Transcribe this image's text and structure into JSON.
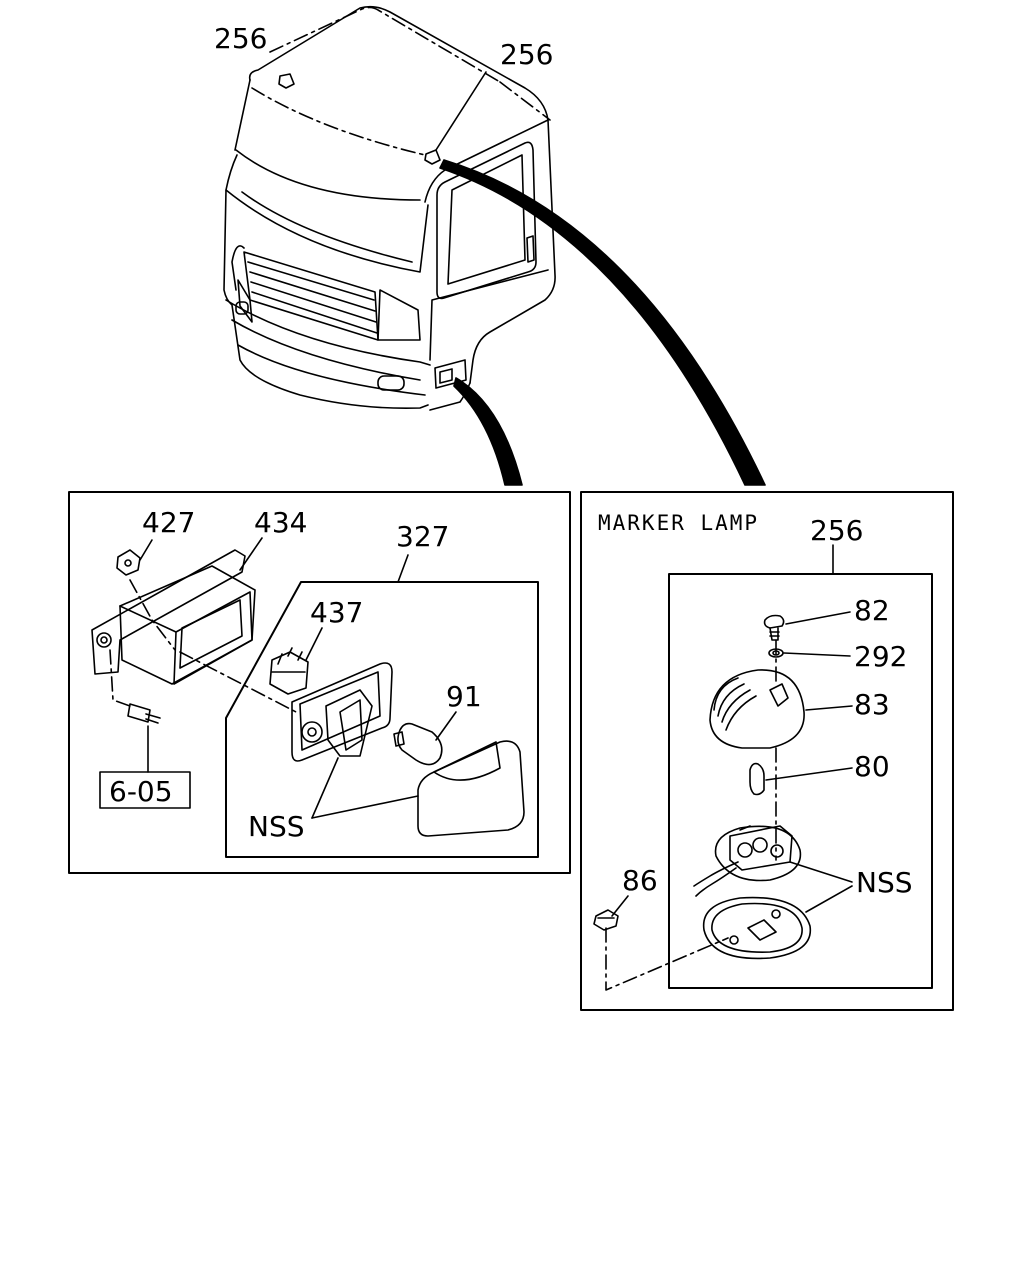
{
  "labels": {
    "top_left_256": "256",
    "top_right_256": "256",
    "c427": "427",
    "c434": "434",
    "c327": "327",
    "c437": "437",
    "c91": "91",
    "c605": "6-05",
    "nss_left": "NSS",
    "panel_right_title": "MARKER LAMP",
    "r256": "256",
    "r82": "82",
    "r292": "292",
    "r83": "83",
    "r80": "80",
    "r86": "86",
    "nss_right": "NSS"
  },
  "colors": {
    "ink": "#000000",
    "paper": "#ffffff"
  }
}
